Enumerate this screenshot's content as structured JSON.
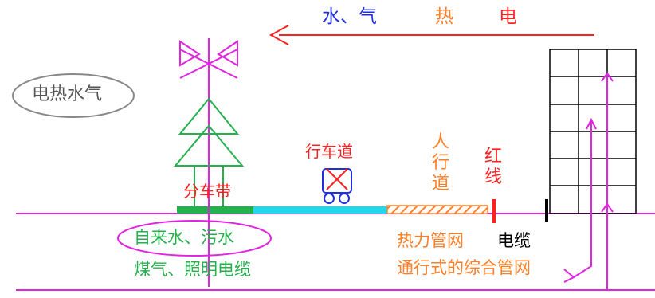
{
  "top_arrow": {
    "water_gas": "水、气",
    "heat": "热",
    "electricity": "电"
  },
  "ellipse_label": "电热水气",
  "median_strip": "分车带",
  "roadway": "行车道",
  "sidewalk": "人行道",
  "red_line": "红线",
  "water_sewage": "自来水、污水",
  "gas_lighting": "煤气、照明电缆",
  "heat_pipe": "热力管网",
  "cable": "电缆",
  "utility_tunnel": "通行式的综合管网",
  "colors": {
    "magenta": "#e024e0",
    "red": "#ff2020",
    "blue": "#2030e0",
    "orange": "#ff7f27",
    "green": "#22b14c",
    "cyan": "#22d8e8",
    "black": "#000000"
  }
}
